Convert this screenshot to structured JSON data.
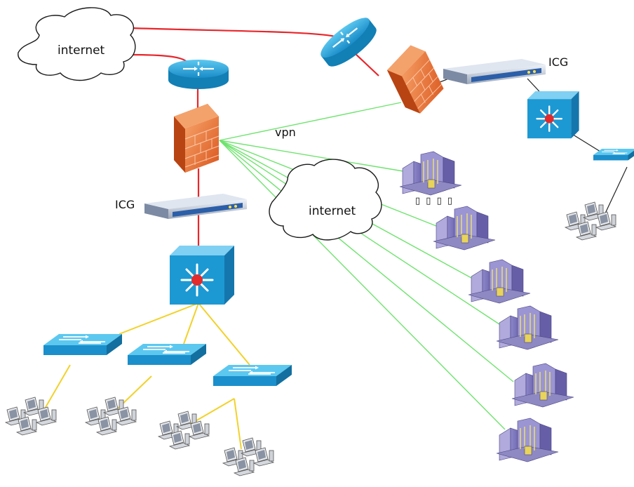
{
  "labels": {
    "cloud_top": "internet",
    "cloud_mid": "internet",
    "icg_left": "ICG",
    "icg_right": "ICG",
    "vpn": "vpn",
    "boxes": "▯ ▯ ▯ ▯"
  },
  "colors": {
    "wan_link": "#e8262b",
    "vpn_link": "#6fe36f",
    "lan_link": "#f2d22a",
    "device_blue": "#1b9bd1",
    "firewall": "#e86a2b",
    "background": "#ffffff"
  },
  "icons": {
    "router": "router-icon",
    "firewall": "firewall-icon",
    "gateway": "server-appliance-icon",
    "core_switch": "layer3-switch-icon",
    "switch": "workgroup-switch-icon",
    "workstations": "workstation-group-icon",
    "branch": "branch-office-icon"
  }
}
